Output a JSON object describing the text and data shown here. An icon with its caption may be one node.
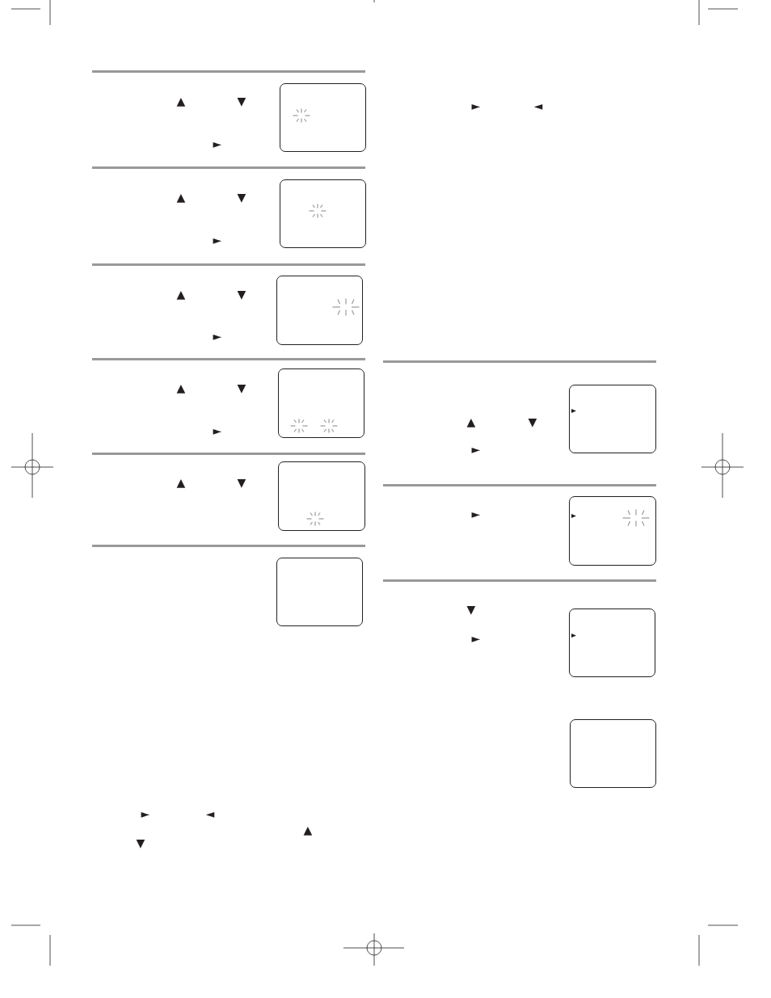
{
  "diagram": {
    "nodes": [
      {
        "text": [],
        "shape": "box"
      },
      {
        "text": [],
        "shape": "box"
      },
      {
        "text": [],
        "shape": "box"
      },
      {
        "text": [],
        "shape": "box"
      },
      {
        "text": [],
        "shape": "box"
      },
      {
        "text": [],
        "shape": "box"
      },
      {
        "text": [],
        "shape": "box"
      },
      {
        "text": [],
        "shape": "box"
      },
      {
        "text": [],
        "shape": "box"
      },
      {
        "text": [],
        "shape": "box"
      }
    ],
    "labels": [
      "▲",
      "▼",
      "►",
      "▲",
      "▼",
      "►",
      "▲",
      "▼",
      "►",
      "▲",
      "▼",
      "►",
      "▲",
      "▼",
      "►",
      "◄",
      "▲",
      "▼",
      "►",
      "◄",
      "▲",
      "▼",
      "►",
      "►",
      "▼",
      "►"
    ]
  }
}
